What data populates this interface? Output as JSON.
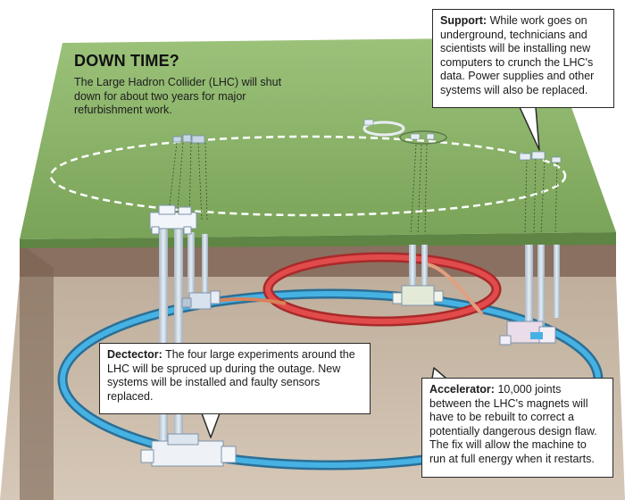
{
  "headline": "DOWN TIME?",
  "intro": "The Large Hadron Collider (LHC) will shut down for about two years for major refurbishment work.",
  "callouts": {
    "support": {
      "label": "Support:",
      "text": "While work goes on underground, technicians and scientists will be installing new computers to crunch the LHC's data. Power supplies and other systems will also be replaced."
    },
    "detector": {
      "label": "Dectector:",
      "text": "The four large experiments around the LHC will be spruced up during the outage. New systems will be installed and faulty sensors replaced."
    },
    "accelerator": {
      "label": "Accelerator:",
      "text": "10,000 joints between the LHC's magnets will have to be rebuilt to correct a potentially dangerous design flaw. The fix will allow the machine to run at full energy when it restarts."
    }
  },
  "colors": {
    "surface": "#8ab36a",
    "surface_edge": "#6e9450",
    "earth": "#8a7060",
    "tunnel_floor": "#c7b7a5",
    "main_ring": "#3a9ed0",
    "injector_ring": "#d94040",
    "shaft": "#c9d6e2",
    "building": "#e8eef4"
  }
}
